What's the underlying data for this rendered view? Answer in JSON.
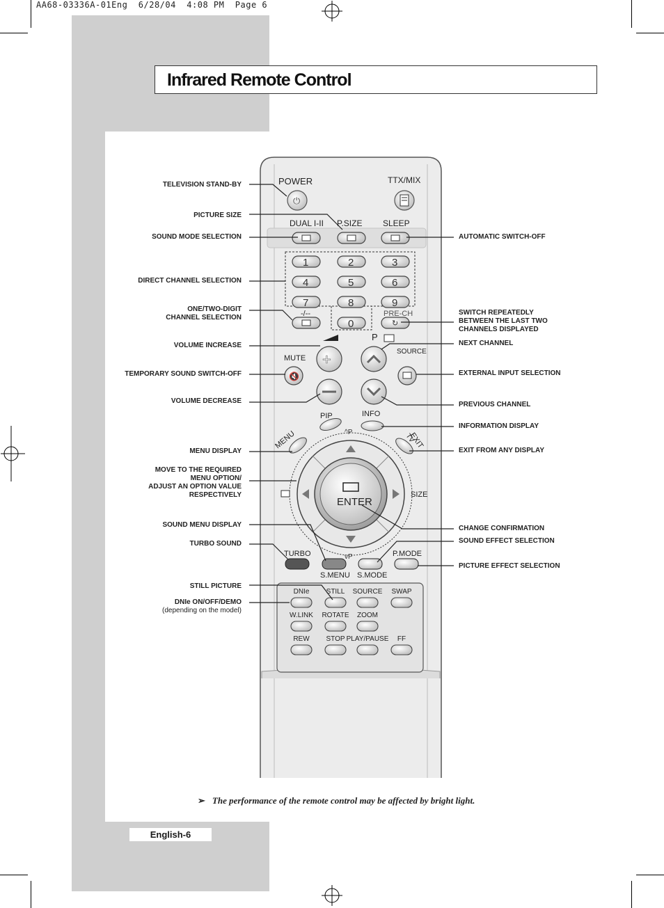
{
  "print_header": "AA68-03336A-01Eng  6/28/04  4:08 PM  Page 6",
  "title": "Infrared Remote Control",
  "labels_left": [
    {
      "lines": [
        "TELEVISION STAND-BY"
      ]
    },
    {
      "lines": [
        "PICTURE SIZE"
      ]
    },
    {
      "lines": [
        "SOUND MODE SELECTION"
      ]
    },
    {
      "lines": [
        "DIRECT CHANNEL SELECTION"
      ]
    },
    {
      "lines": [
        "ONE/TWO-DIGIT",
        "CHANNEL SELECTION"
      ]
    },
    {
      "lines": [
        "VOLUME INCREASE"
      ]
    },
    {
      "lines": [
        "TEMPORARY SOUND SWITCH-OFF"
      ]
    },
    {
      "lines": [
        "VOLUME DECREASE"
      ]
    },
    {
      "lines": [
        "MENU DISPLAY"
      ]
    },
    {
      "lines": [
        "MOVE TO THE REQUIRED",
        "MENU OPTION/",
        "ADJUST AN OPTION VALUE",
        "RESPECTIVELY"
      ]
    },
    {
      "lines": [
        "SOUND MENU DISPLAY"
      ]
    },
    {
      "lines": [
        "TURBO SOUND"
      ]
    },
    {
      "lines": [
        "STILL PICTURE"
      ]
    },
    {
      "lines": [
        "DNIe ON/OFF/DEMO"
      ],
      "sub": "(depending on the model)"
    }
  ],
  "labels_right": [
    {
      "lines": [
        "AUTOMATIC SWITCH-OFF"
      ]
    },
    {
      "lines": [
        "SWITCH REPEATEDLY",
        "BETWEEN THE LAST TWO",
        "CHANNELS DISPLAYED"
      ]
    },
    {
      "lines": [
        "NEXT CHANNEL"
      ]
    },
    {
      "lines": [
        "EXTERNAL INPUT SELECTION"
      ]
    },
    {
      "lines": [
        "PREVIOUS CHANNEL"
      ]
    },
    {
      "lines": [
        "INFORMATION DISPLAY"
      ]
    },
    {
      "lines": [
        "EXIT FROM ANY DISPLAY"
      ]
    },
    {
      "lines": [
        "CHANGE CONFIRMATION"
      ]
    },
    {
      "lines": [
        "SOUND EFFECT SELECTION"
      ]
    },
    {
      "lines": [
        "PICTURE EFFECT SELECTION"
      ]
    }
  ],
  "remote": {
    "power": "POWER",
    "ttx": "TTX/MIX",
    "dual": "DUAL I-II",
    "psize": "P.SIZE",
    "sleep": "SLEEP",
    "digits": [
      "1",
      "2",
      "3",
      "4",
      "5",
      "6",
      "7",
      "8",
      "9",
      "0"
    ],
    "dash": "-/--",
    "prech": "PRE-CH",
    "p": "P",
    "source": "SOURCE",
    "mute": "MUTE",
    "pip": "PIP",
    "info": "INFO",
    "exit": "EXIT",
    "tv": "TV",
    "menu": "MENU",
    "enter": "ENTER",
    "size": "SIZE",
    "turbo": "TURBO",
    "smenu": "S.MENU",
    "smode": "S.MODE",
    "pmode": "P.MODE",
    "row1": [
      "DNIe",
      "STILL",
      "SOURCE",
      "SWAP"
    ],
    "row2": [
      "W.LINK",
      "ROTATE",
      "ZOOM"
    ],
    "row3": [
      "REW",
      "STOP",
      "PLAY/PAUSE",
      "FF"
    ]
  },
  "note_arrow": "➢",
  "note": "The performance of the remote control may be affected by bright light.",
  "footer": "English-6"
}
